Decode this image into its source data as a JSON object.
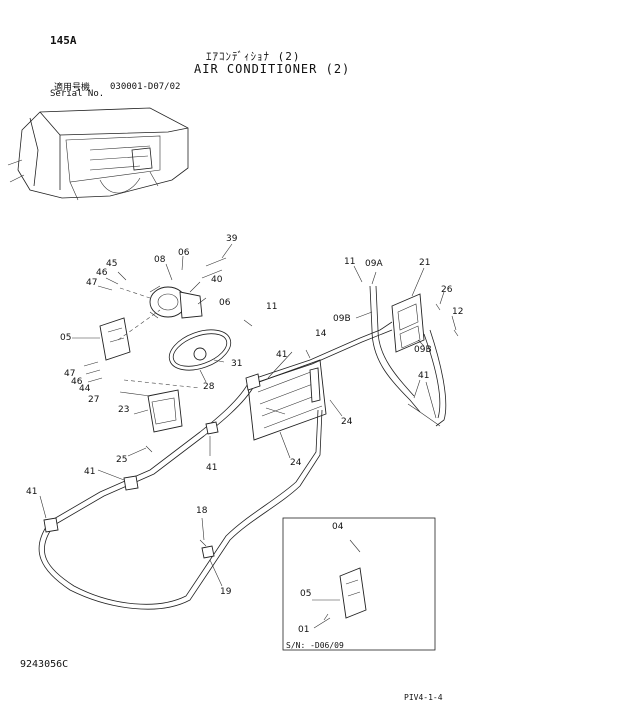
{
  "header": {
    "page_number": "145A",
    "title_ja": "ｴｱｺﾝﾃﾞｨｼｮﾅ (2)",
    "title_en": "AIR CONDITIONER (2)",
    "serial_label_ja": "適用号機",
    "serial_label_en": "Serial No.",
    "serial_range": "030001-D07/02"
  },
  "callouts": {
    "c06a": "06",
    "c08": "08",
    "c39": "39",
    "c45": "45",
    "c46a": "46",
    "c47a": "47",
    "c40": "40",
    "c06b": "06",
    "c05a": "05",
    "c11a": "11",
    "c14": "14",
    "c31": "31",
    "c41a": "41",
    "c47b": "47",
    "c46b": "46",
    "c44": "44",
    "c28": "28",
    "c27": "27",
    "c23": "23",
    "c25": "25",
    "c41b": "41",
    "c41c": "41",
    "c24a": "24",
    "c24b": "24",
    "c41d": "41",
    "c11b": "11",
    "c09a": "09A",
    "c21": "21",
    "c26": "26",
    "c09b1": "09B",
    "c12": "12",
    "c09b2": "09B",
    "c41e": "41",
    "c18": "18",
    "c19": "19",
    "c04": "04",
    "c05b": "05",
    "c01": "01"
  },
  "inset": {
    "variant_serial": "S/N: -D06/09"
  },
  "footer": {
    "figure_code": "9243056C",
    "sheet_ref": "PIV4-1-4"
  }
}
